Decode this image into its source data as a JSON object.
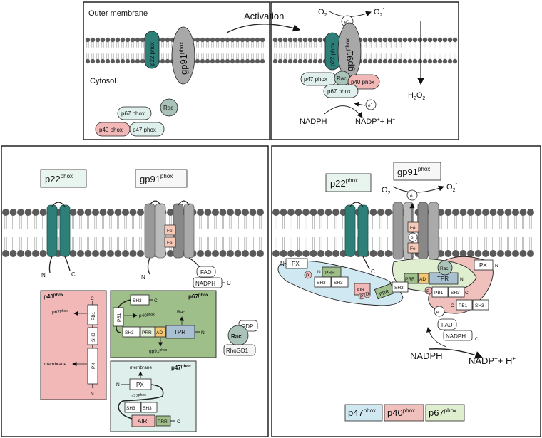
{
  "colors": {
    "teal": "#2e7f78",
    "gp91": "#a8a8a8",
    "lipid_head": "#5a5a5a",
    "p40_fill": "#f2b8b8",
    "p47_fill": "#dff0ec",
    "p67_fill": "#9fbf8a",
    "rac_fill": "#a9c3b8",
    "p47_domain_region": "#cfe8f1",
    "p40_domain_region": "#efc0bc",
    "p67_domain_region": "#dfeecf",
    "fe_fill": "#f7c9b8",
    "tpr_fill": "#a8c0d0",
    "ad_fill": "#f3c773"
  },
  "top_left": {
    "outer_membrane": "Outer membrane",
    "cytosol": "Cytosol",
    "p22": "p22 phox",
    "gp91": "gp91",
    "phox": "phox",
    "rac": "Rac",
    "p67": "p67 phox",
    "p40": "p40 phox",
    "p47": "p47 phox"
  },
  "activation": "Activation",
  "top_right": {
    "o2": "O",
    "o2_sub": "2",
    "o2m": "O",
    "o2m_sub": "2",
    "o2m_sup": "-",
    "e": "e",
    "e_sup": "-",
    "p22": "p22 phox",
    "gp91": "gp91",
    "phox": "phox",
    "p47": "p47 phox",
    "rac": "Rac",
    "p40": "p40 phox",
    "p67": "p67 phox",
    "h2o2": "H",
    "h2o2_a": "2",
    "h2o2_b": "O",
    "h2o2_c": "2",
    "nadph": "NADPH",
    "nadp": "NADP",
    "nadp_sup": "+",
    "nadp_h": "+ H",
    "nadp_h_sup": "+"
  },
  "bottom_left": {
    "p22_label": "p22",
    "p22_sup": "phox",
    "gp91_label": "gp91",
    "gp91_sup": "phox",
    "fe": "Fe",
    "n": "N",
    "c": "C",
    "fad": "FAD",
    "nadph": "NADPH",
    "p40_title": "p40",
    "p40_sup": "phox",
    "p40_pb1": "PB1",
    "p40_sh3": "SH3",
    "p40_px": "PX",
    "p40_target1": "p67",
    "p40_target1_sup": "phox",
    "p40_target2": "membrane",
    "p67_title": "p67",
    "p67_sup": "phox",
    "p67_sh3_top": "SH3",
    "p67_pb1": "PB1",
    "p67_sh3": "SH3",
    "p67_prr": "PRR",
    "p67_ad": "AD",
    "p67_tpr": "TPR",
    "p67_t_p40": "p40",
    "p67_t_p40_sup": "phox",
    "p67_t_rac": "Rac",
    "p67_t_gp91": "gp91",
    "p67_t_gp91_sup": "phox",
    "p47_title": "p47",
    "p47_sup": "phox",
    "p47_membrane": "membrane",
    "p47_px": "PX",
    "p47_p22": "p22",
    "p47_p22_sup": "phox",
    "p47_sh3a": "SH3",
    "p47_sh3b": "SH3",
    "p47_air": "AIR",
    "p47_prr": "PRR",
    "gdp": "GDP",
    "rac": "Rac",
    "rhogd1": "RhoGD1"
  },
  "bottom_right": {
    "p22_label": "p22",
    "p22_sup": "phox",
    "gp91_label": "gp91",
    "gp91_sup": "phox",
    "o2": "O",
    "o2_sub": "2",
    "o2m": "O",
    "o2m_sub": "2",
    "o2m_sup": "-",
    "e": "e",
    "fe": "Fe",
    "n": "N",
    "c": "C",
    "px": "PX",
    "p": "P",
    "prr": "PRR",
    "sh3": "SH3",
    "air": "AIR",
    "ad": "AD",
    "tpr": "TPR",
    "rac": "Rac",
    "pb1": "PB1",
    "fad": "FAD",
    "nadph": "NADPH",
    "nadph_main": "NADPH",
    "nadp": "NADP",
    "nadp_sup": "+",
    "nadp_h": "+ H",
    "nadp_h_sup": "+",
    "legend_p47": "p47",
    "legend_p40": "p40",
    "legend_p67": "p67",
    "legend_sup": "phox"
  }
}
